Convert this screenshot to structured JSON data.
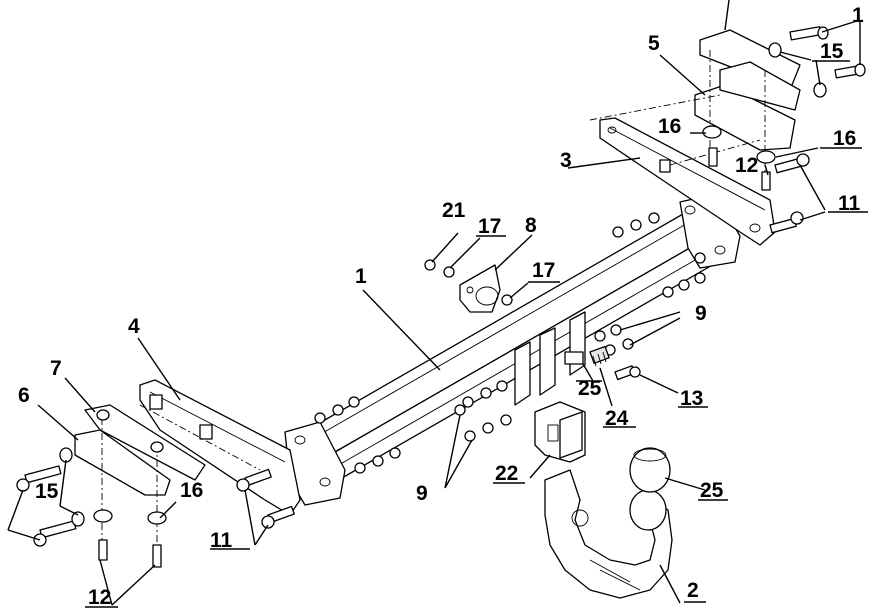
{
  "labels": {
    "main_bar": "1",
    "ball_arm": "2",
    "bracket_right": "3",
    "bracket_left": "4",
    "plate_right_5": "5",
    "plate_left_6": "6",
    "plate_left_7": "7",
    "socket_plate": "8",
    "bolt_set_9_right": "9",
    "bolt_set_9_left": "9",
    "bolt_11_right": "11",
    "bolt_11_left": "11",
    "bolt_12_right": "12",
    "bolt_12_left": "12",
    "nut_13": "13",
    "washer_15_right": "15",
    "washer_15_left": "15",
    "washer_16_right_a": "16",
    "washer_16_right_b": "16",
    "washer_16_left": "16",
    "washer_17_top": "17",
    "washer_17_side": "17",
    "nut_21": "21",
    "lock_22": "22",
    "spring_24": "24",
    "pin_25": "25",
    "cap_25": "25",
    "bolt_1_right": "1"
  }
}
